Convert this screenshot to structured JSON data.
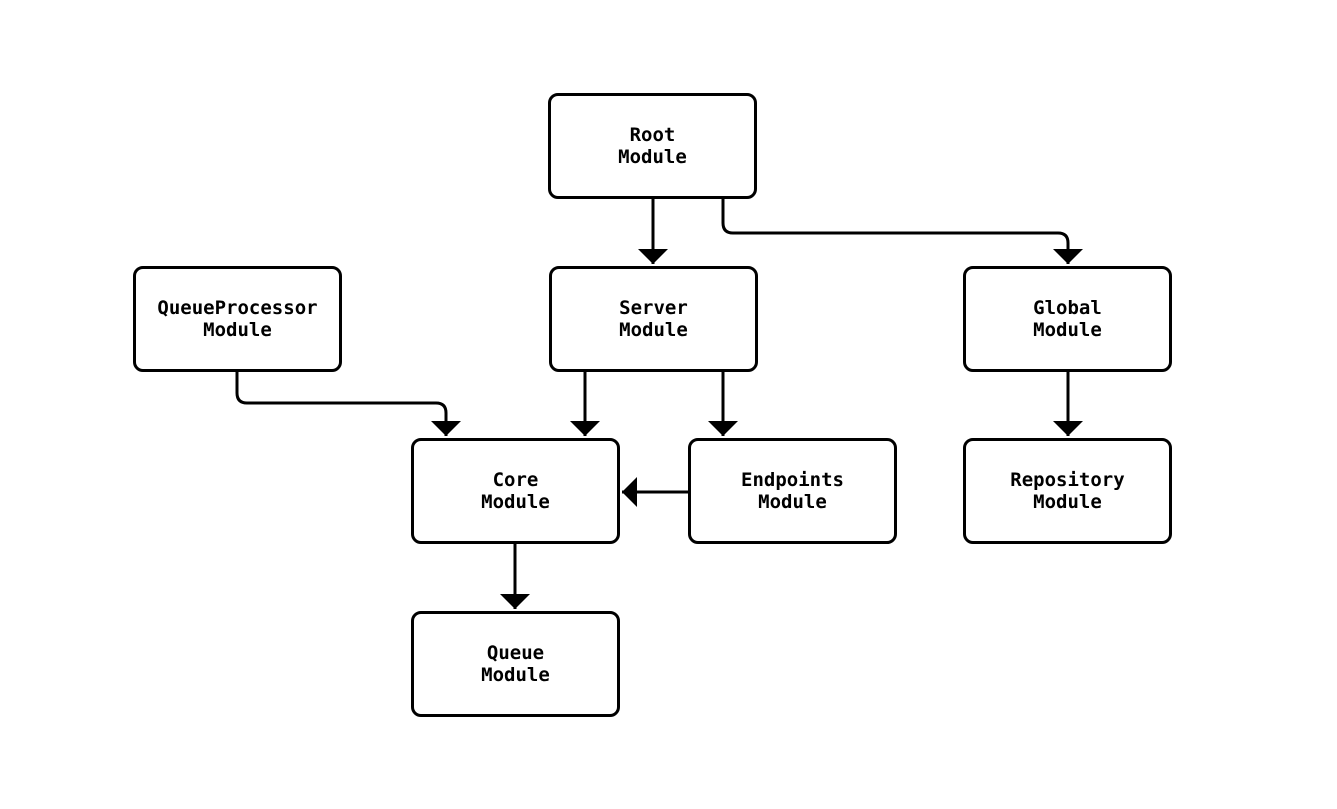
{
  "diagram": {
    "type": "flowchart",
    "background_color": "#ffffff",
    "node_fill": "#ffffff",
    "node_border_color": "#000000",
    "edge_color": "#000000",
    "text_color": "#000000",
    "nodes": {
      "root": {
        "line1": "Root",
        "line2": "Module"
      },
      "queueprocessor": {
        "line1": "QueueProcessor",
        "line2": "Module"
      },
      "server": {
        "line1": "Server",
        "line2": "Module"
      },
      "global": {
        "line1": "Global",
        "line2": "Module"
      },
      "core": {
        "line1": "Core",
        "line2": "Module"
      },
      "endpoints": {
        "line1": "Endpoints",
        "line2": "Module"
      },
      "repository": {
        "line1": "Repository",
        "line2": "Module"
      },
      "queue": {
        "line1": "Queue",
        "line2": "Module"
      }
    },
    "edges": [
      {
        "from": "Root Module",
        "to": "Server Module"
      },
      {
        "from": "Root Module",
        "to": "Global Module"
      },
      {
        "from": "QueueProcessor Module",
        "to": "Core Module"
      },
      {
        "from": "Server Module",
        "to": "Core Module"
      },
      {
        "from": "Server Module",
        "to": "Endpoints Module"
      },
      {
        "from": "Endpoints Module",
        "to": "Core Module"
      },
      {
        "from": "Global Module",
        "to": "Repository Module"
      },
      {
        "from": "Core Module",
        "to": "Queue Module"
      }
    ]
  }
}
